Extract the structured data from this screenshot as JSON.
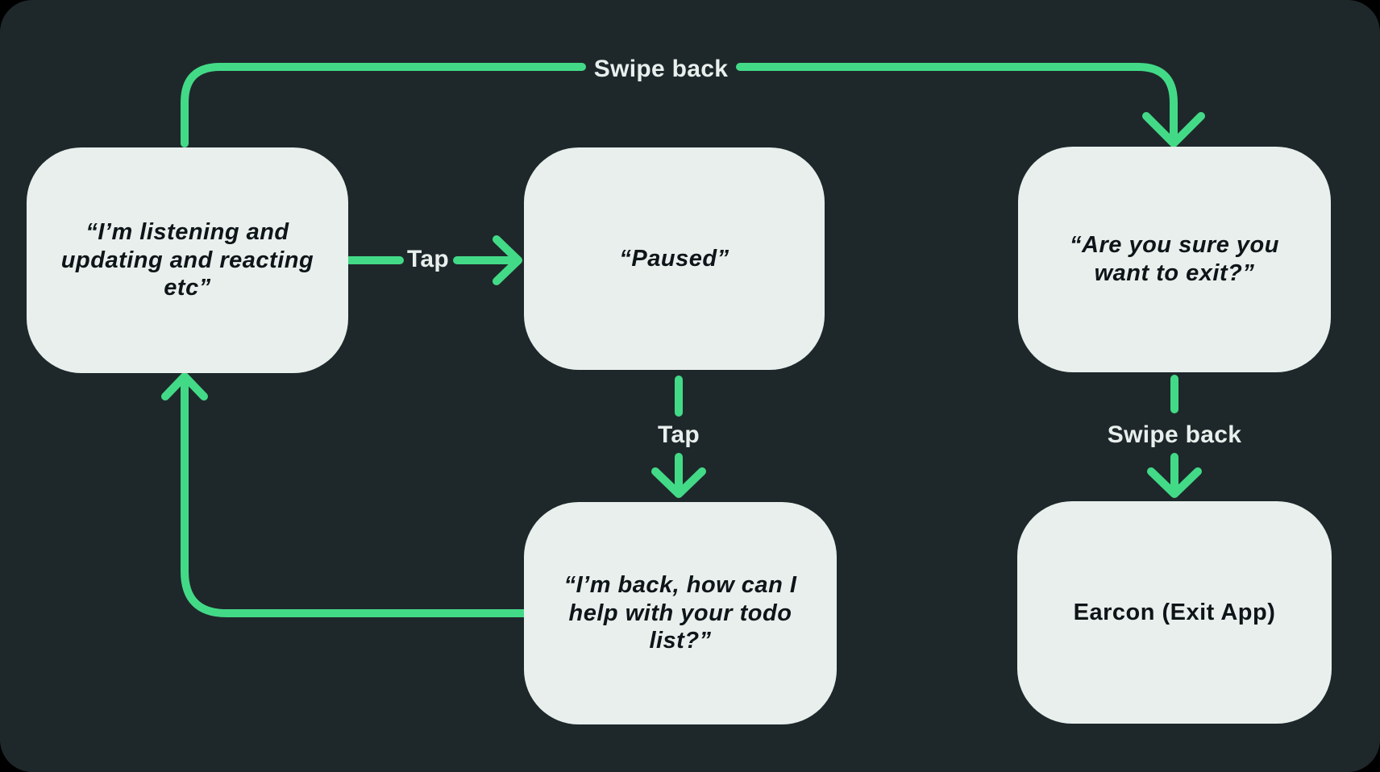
{
  "colors": {
    "outer_background": "#000000",
    "panel_background": "#1e282b",
    "node_fill": "#e8efec",
    "node_text": "#0e1519",
    "arrow": "#43da87",
    "label_text": "#e9efec"
  },
  "nodes": {
    "listening": {
      "text": "“I’m listening and updating and reacting etc”"
    },
    "paused": {
      "text": "“Paused”"
    },
    "exit_confirm": {
      "text": "“Are you sure you want to exit?”"
    },
    "back": {
      "text": "“I’m back, how can I help with your todo list?”"
    },
    "earcon": {
      "text": "Earcon (Exit App)"
    }
  },
  "edges": {
    "swipe_back_top": {
      "label": "Swipe back",
      "from": "listening",
      "to": "exit_confirm"
    },
    "tap_pause": {
      "label": "Tap",
      "from": "listening",
      "to": "paused"
    },
    "tap_resume": {
      "label": "Tap",
      "from": "paused",
      "to": "back"
    },
    "swipe_back_exit": {
      "label": "Swipe back",
      "from": "exit_confirm",
      "to": "earcon"
    },
    "loop_back": {
      "label": "",
      "from": "back",
      "to": "listening"
    }
  }
}
